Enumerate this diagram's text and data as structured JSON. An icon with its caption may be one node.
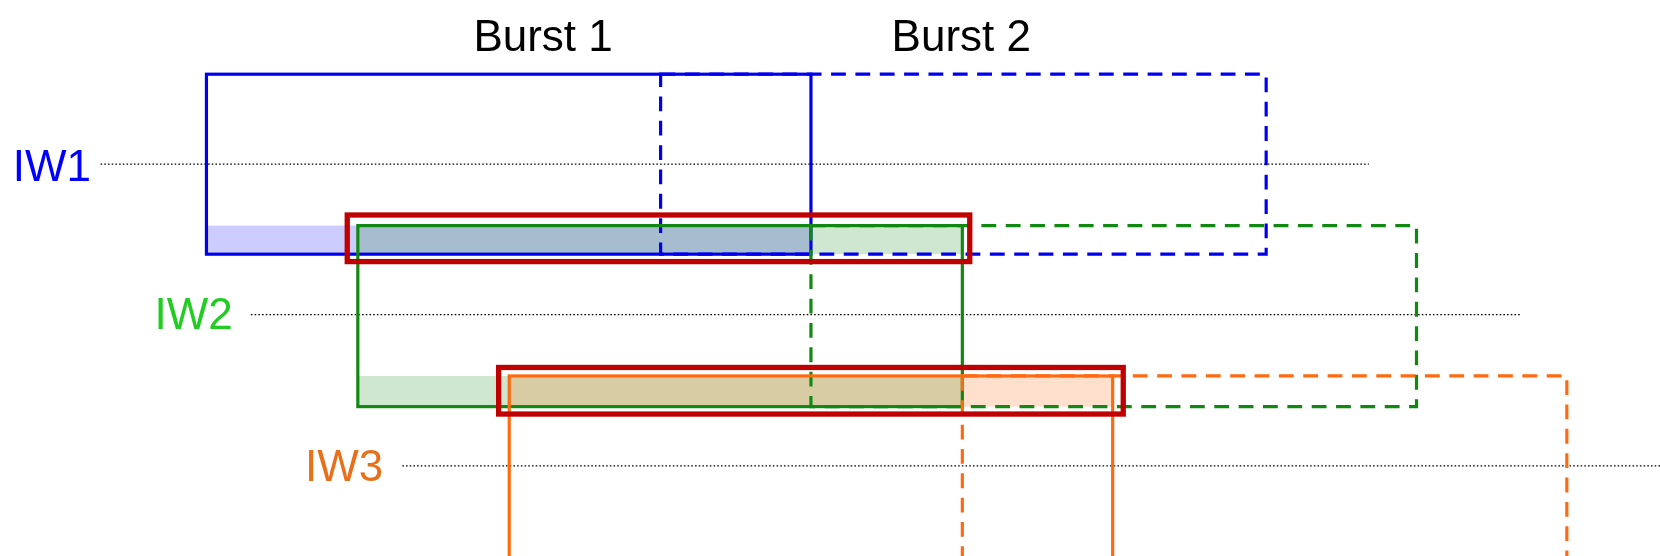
{
  "diagram": {
    "labels": [
      "Burst 1",
      "Burst 2",
      "IW1",
      "IW2",
      "IW3"
    ]
  }
}
